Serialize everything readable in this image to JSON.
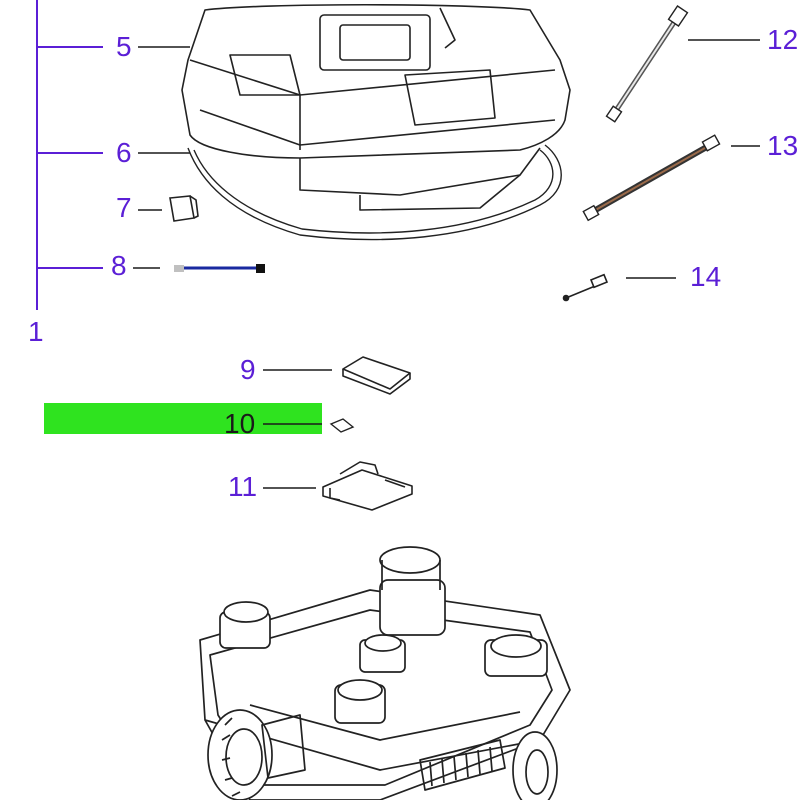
{
  "diagram": {
    "callouts": [
      {
        "id": "1",
        "label": "1"
      },
      {
        "id": "5",
        "label": "5"
      },
      {
        "id": "6",
        "label": "6"
      },
      {
        "id": "7",
        "label": "7"
      },
      {
        "id": "8",
        "label": "8"
      },
      {
        "id": "9",
        "label": "9"
      },
      {
        "id": "10",
        "label": "10",
        "highlighted": true
      },
      {
        "id": "11",
        "label": "11"
      },
      {
        "id": "12",
        "label": "12"
      },
      {
        "id": "13",
        "label": "13"
      },
      {
        "id": "14",
        "label": "14"
      }
    ],
    "colors": {
      "callout": "#5b1fd6",
      "callout_highlighted": "#1a1a1a",
      "highlight": "#2fe31f",
      "line_art": "#222222"
    }
  }
}
